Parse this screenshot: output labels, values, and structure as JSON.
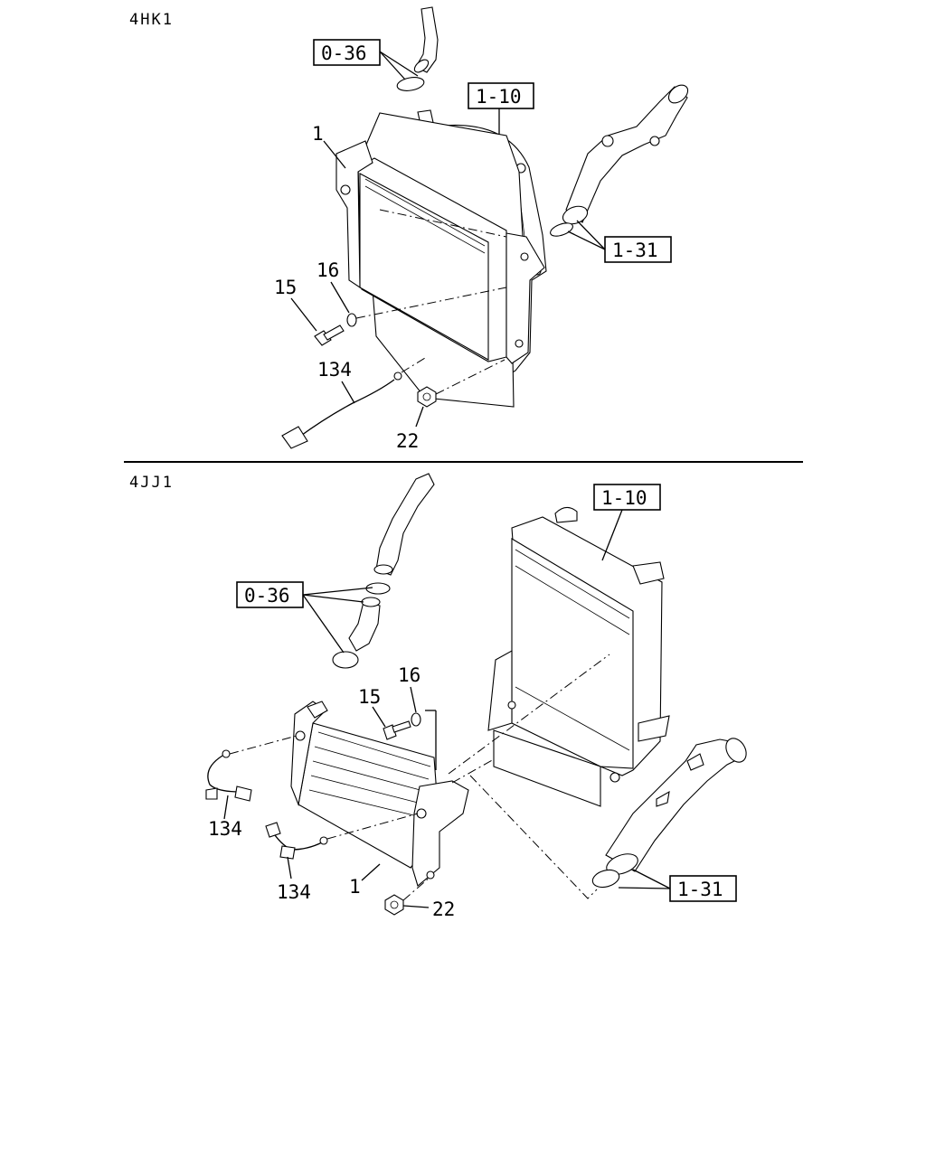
{
  "sections": {
    "top": {
      "engine": "4HK1"
    },
    "bottom": {
      "engine": "4JJ1"
    }
  },
  "callouts": {
    "top": {
      "hose_clamp": "0-36",
      "radiator": "1-10",
      "pipe": "1-31",
      "intercooler": "1",
      "bolt": "15",
      "washer": "16",
      "harness": "134",
      "nut": "22"
    },
    "bottom": {
      "radiator": "1-10",
      "hose_clamp": "0-36",
      "washer": "16",
      "bolt": "15",
      "harness_a": "134",
      "harness_b": "134",
      "intercooler": "1",
      "nut": "22",
      "pipe": "1-31"
    }
  }
}
